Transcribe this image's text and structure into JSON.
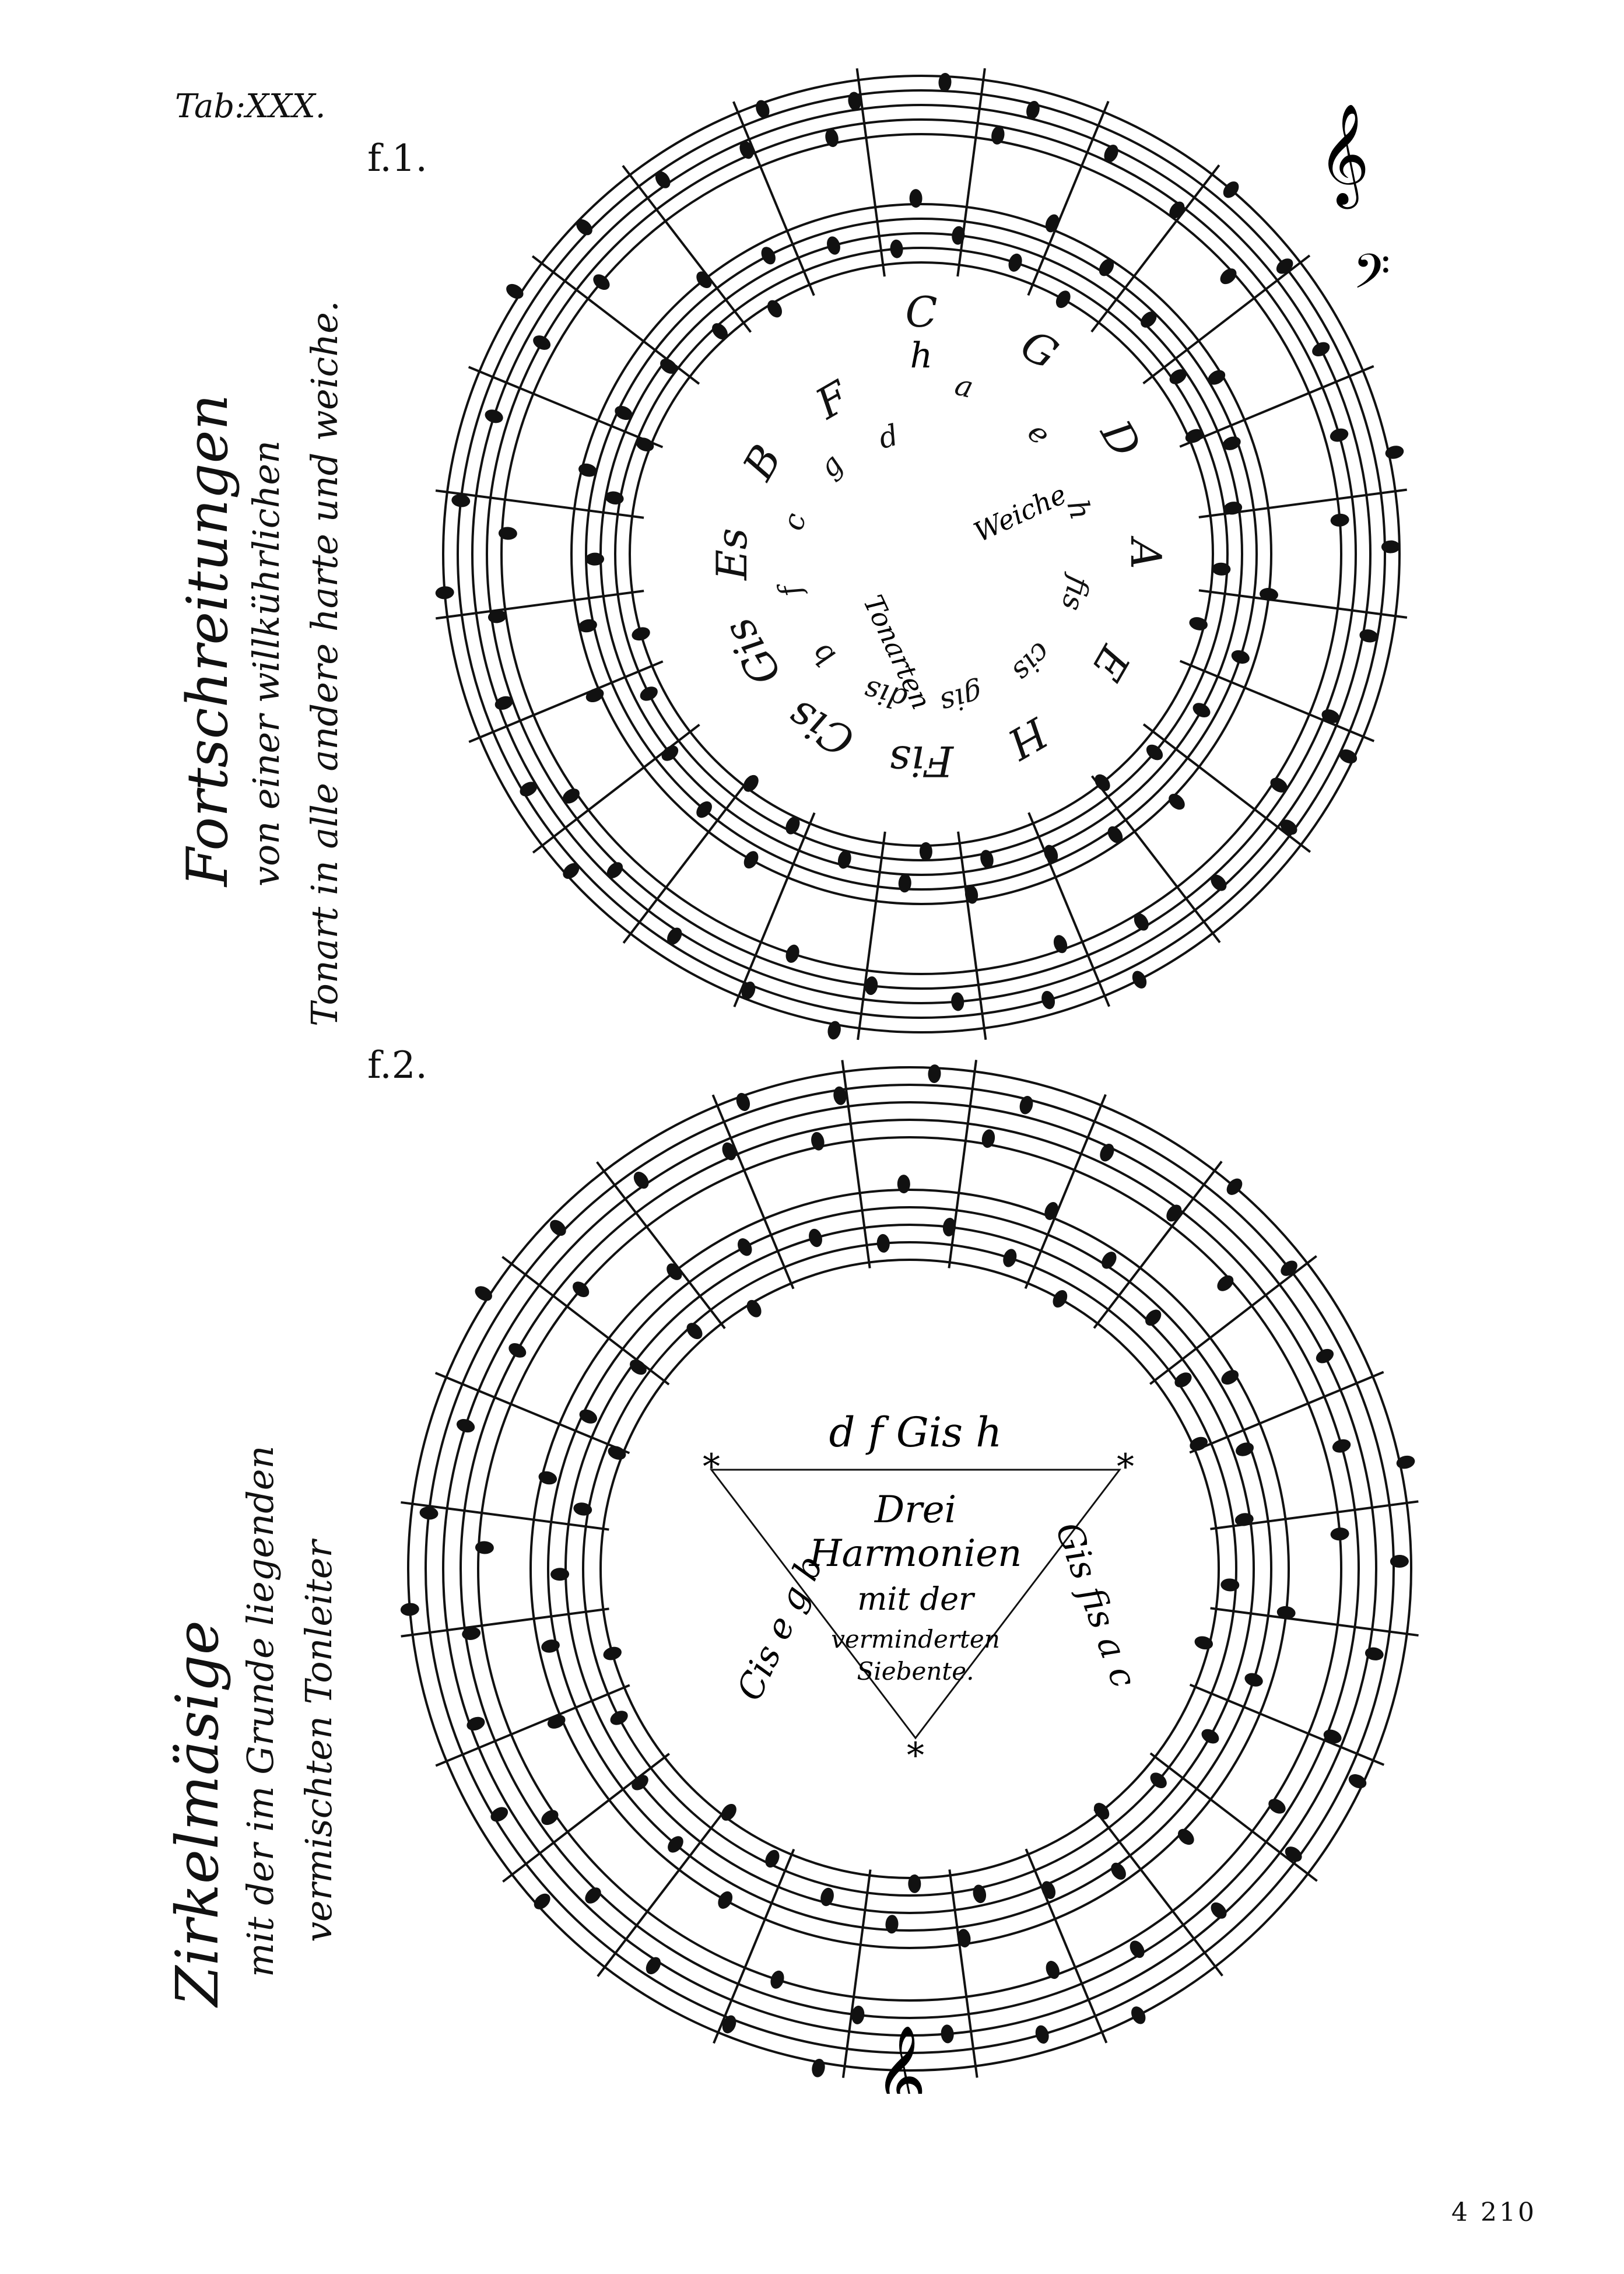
{
  "plate": {
    "tab_label": "Tab:XXX.",
    "number": "4 210"
  },
  "side_titles": {
    "fortschreitungen": "Fortschreitungen",
    "fortschreitungen_line2": "von einer willkührlichen",
    "fortschreitungen_line3": "Tonart in alle andere harte und weiche.",
    "zirkelmaessige": "Zirkelmäsige",
    "zirkel_line2": "mit der im Grunde liegenden",
    "zirkel_line3": "vermischten Tonleiter",
    "colors": {
      "ink": "#111111",
      "paper": "#ffffff"
    }
  },
  "figure1": {
    "label": "f.1.",
    "center_h": "h",
    "hard_keys": [
      "C",
      "G",
      "D",
      "A",
      "E",
      "H",
      "Fis",
      "Cis",
      "Gis",
      "Es",
      "B",
      "F"
    ],
    "minor_keys": [
      "a",
      "e",
      "h",
      "fis",
      "cis",
      "gis",
      "dis",
      "b",
      "f",
      "c",
      "g",
      "d"
    ],
    "center_words": [
      "Weiche",
      "Tonarten"
    ],
    "icons": [
      "treble-clef-icon",
      "bass-clef-icon"
    ]
  },
  "figure2": {
    "label": "f.2.",
    "top_notes": "d f Gis h",
    "triangle_lines": [
      "Drei",
      "Harmonien",
      "mit der",
      "verminderten",
      "Siebente."
    ],
    "left_side_notes": "Cis e g b",
    "right_side_notes": "Gis fis a c",
    "star_symbol": "*",
    "icons": [
      "treble-clef-icon",
      "star-icon"
    ]
  }
}
